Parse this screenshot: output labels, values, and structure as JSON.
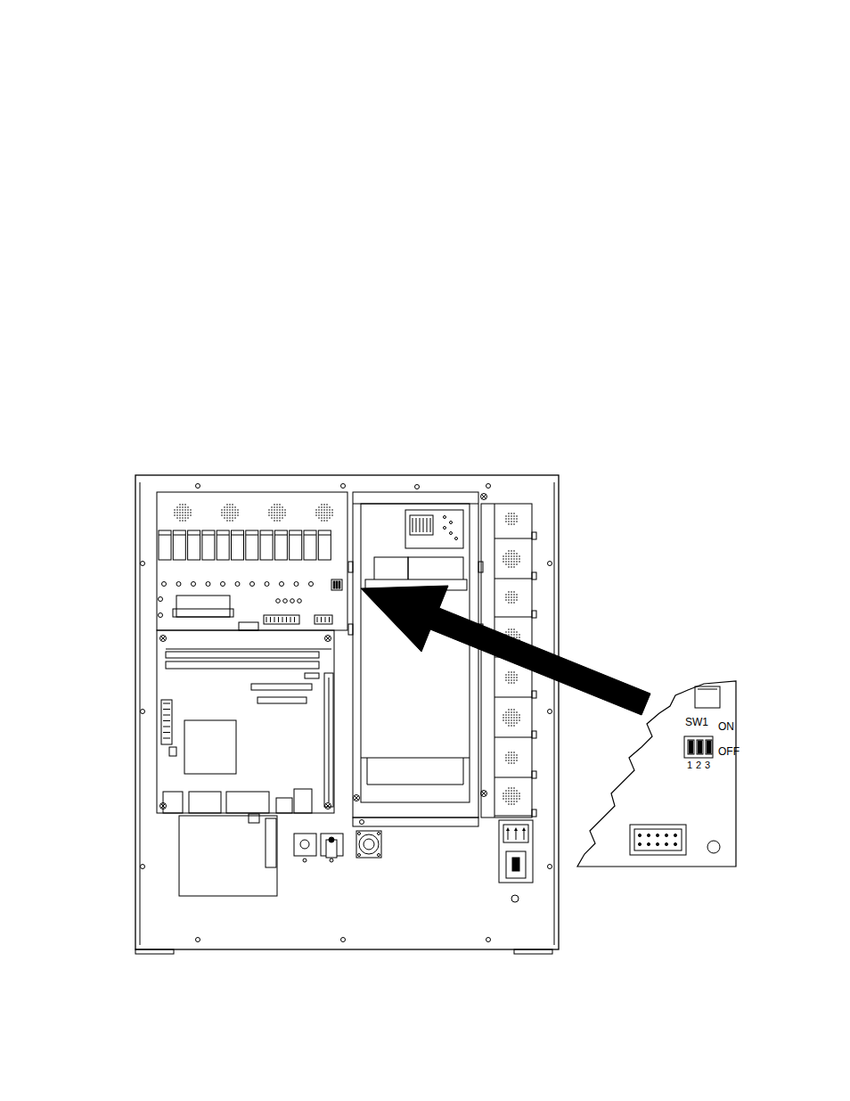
{
  "diagram": {
    "labels": [
      "SW1",
      "ON",
      "OFF",
      "1",
      "2",
      "3"
    ]
  }
}
